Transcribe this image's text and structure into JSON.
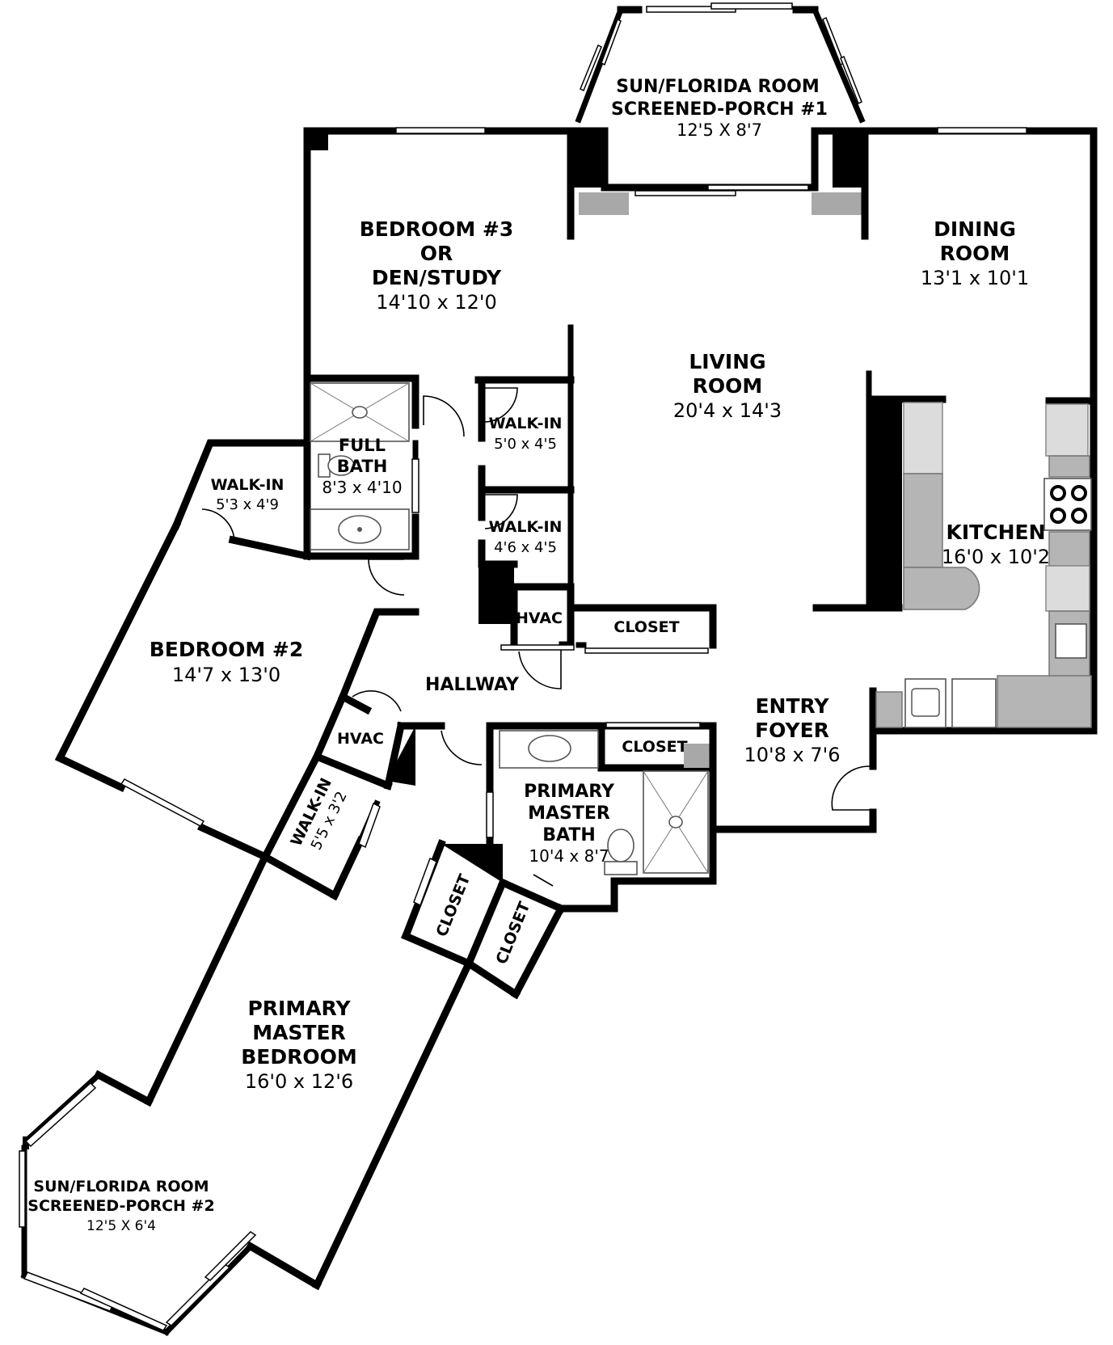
{
  "rooms": {
    "sun_room_1": {
      "line1": "SUN/FLORIDA ROOM",
      "line2": "SCREENED-PORCH #1",
      "dim": "12'5 X 8'7"
    },
    "bedroom_3": {
      "line1": "BEDROOM #3",
      "line2": "OR",
      "line3": "DEN/STUDY",
      "dim": "14'10 x 12'0"
    },
    "dining_room": {
      "line1": "DINING",
      "line2": "ROOM",
      "dim": "13'1 x 10'1"
    },
    "living_room": {
      "line1": "LIVING",
      "line2": "ROOM",
      "dim": "20'4 x 14'3"
    },
    "walk_in_1": {
      "line1": "WALK-IN",
      "dim": "5'0 x 4'5"
    },
    "walk_in_2": {
      "line1": "WALK-IN",
      "dim": "4'6 x 4'5"
    },
    "full_bath": {
      "line1": "FULL",
      "line2": "BATH",
      "dim": "8'3 x 4'10"
    },
    "walk_in_bed2": {
      "line1": "WALK-IN",
      "dim": "5'3 x 4'9"
    },
    "kitchen": {
      "line1": "KITCHEN",
      "dim": "16'0 x 10'2"
    },
    "hvac_1": {
      "line1": "HVAC"
    },
    "closet_hall": {
      "line1": "CLOSET"
    },
    "bedroom_2": {
      "line1": "BEDROOM #2",
      "dim": "14'7 x 13'0"
    },
    "hallway": {
      "line1": "HALLWAY"
    },
    "entry_foyer": {
      "line1": "ENTRY",
      "line2": "FOYER",
      "dim": "10'8 x 7'6"
    },
    "hvac_2": {
      "line1": "HVAC"
    },
    "closet_bath": {
      "line1": "CLOSET"
    },
    "master_bath": {
      "line1": "PRIMARY",
      "line2": "MASTER",
      "line3": "BATH",
      "dim": "10'4 x 8'7"
    },
    "walk_in_master": {
      "line1": "WALK-IN",
      "dim": "5'5 x 3'2"
    },
    "closet_master_1": {
      "line1": "CLOSET"
    },
    "closet_master_2": {
      "line1": "CLOSET"
    },
    "master_bedroom": {
      "line1": "PRIMARY",
      "line2": "MASTER",
      "line3": "BEDROOM",
      "dim": "16'0 x 12'6"
    },
    "sun_room_2": {
      "line1": "SUN/FLORIDA ROOM",
      "line2": "SCREENED-PORCH #2",
      "dim": "12'5 X 6'4"
    }
  }
}
